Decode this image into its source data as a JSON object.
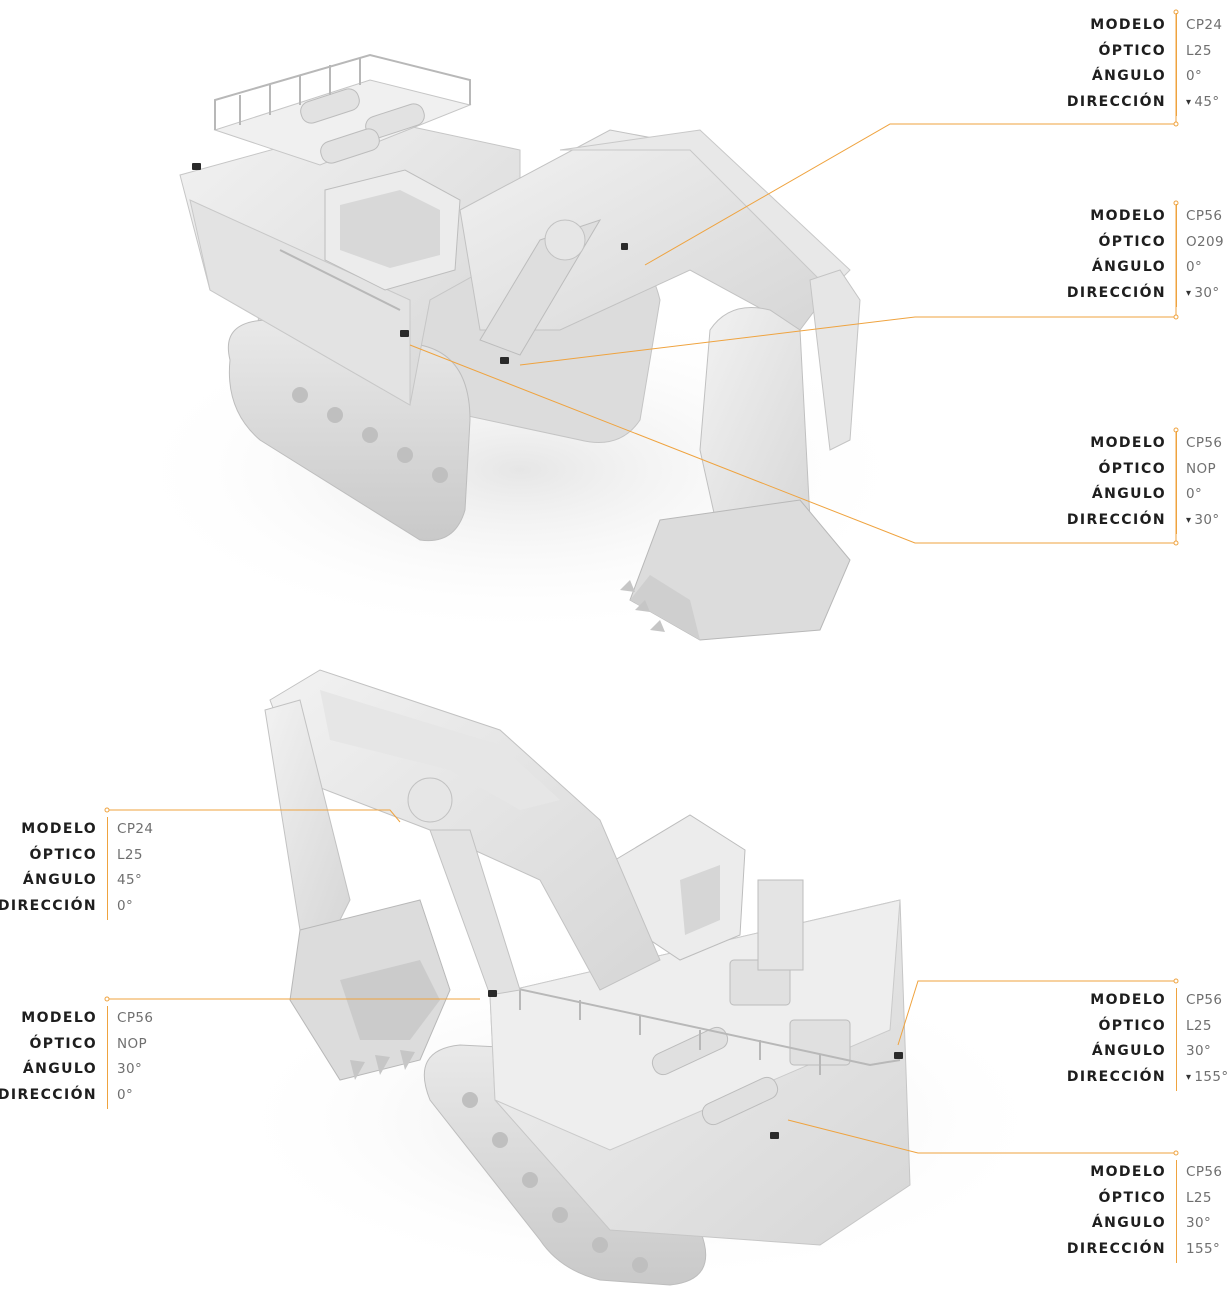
{
  "labels": {
    "modelo": "MODELO",
    "optico": "ÓPTICO",
    "angulo": "ÁNGULO",
    "direccion": "DIRECCIÓN"
  },
  "accent_color": "#efa33f",
  "direction_arrow": "▾",
  "callouts": [
    {
      "modelo": "CP24",
      "optico": "L25",
      "angulo": "0°",
      "direccion": "45°",
      "arrow": true
    },
    {
      "modelo": "CP56",
      "optico": "O209",
      "angulo": "0°",
      "direccion": "30°",
      "arrow": true
    },
    {
      "modelo": "CP56",
      "optico": "NOP",
      "angulo": "0°",
      "direccion": "30°",
      "arrow": true
    },
    {
      "modelo": "CP24",
      "optico": "L25",
      "angulo": "45°",
      "direccion": "0°",
      "arrow": false
    },
    {
      "modelo": "CP56",
      "optico": "NOP",
      "angulo": "30°",
      "direccion": "0°",
      "arrow": false
    },
    {
      "modelo": "CP56",
      "optico": "L25",
      "angulo": "30°",
      "direccion": "155°",
      "arrow": true
    },
    {
      "modelo": "CP56",
      "optico": "L25",
      "angulo": "30°",
      "direccion": "155°",
      "arrow": false
    }
  ]
}
